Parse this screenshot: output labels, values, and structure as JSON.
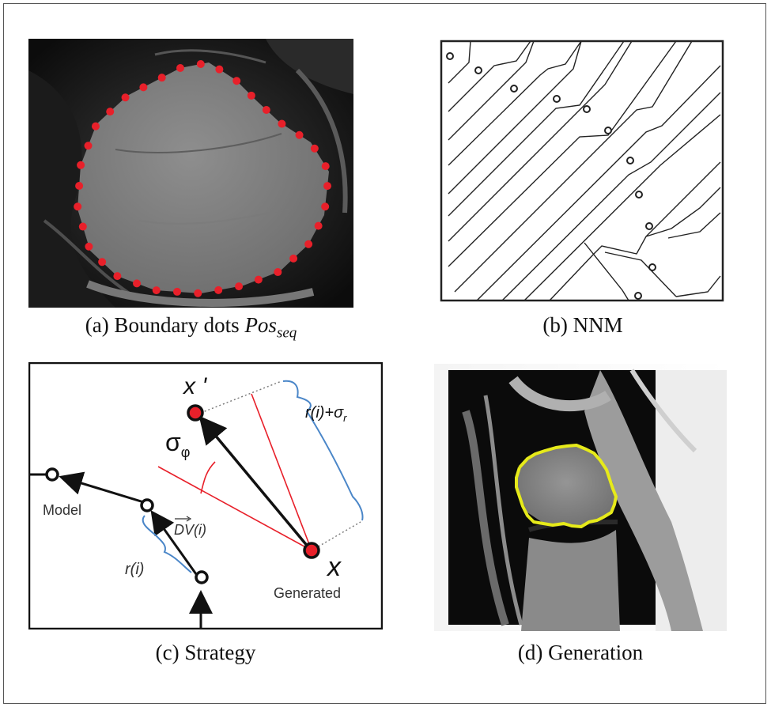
{
  "panels": {
    "a": {
      "caption_prefix": "(a) Boundary dots ",
      "caption_var": "Pos",
      "caption_sub": "seq",
      "dot_color": "#e8202a"
    },
    "b": {
      "caption": "(b) NNM"
    },
    "c": {
      "caption": "(c) Strategy",
      "label_x_prime": "x '",
      "label_x": "x",
      "label_sigma_phi": "σ",
      "label_sigma_phi_sub": "φ",
      "label_r_plus": "r(i)+σ",
      "label_r_plus_sub": "r",
      "label_model": "Model",
      "label_dv": "DV(i)",
      "label_ri": "r(i)",
      "label_generated": "Generated",
      "colors": {
        "red": "#e8202a",
        "blue": "#4a86c8",
        "black": "#111111"
      }
    },
    "d": {
      "caption": "(d) Generation",
      "contour_color": "#e6ea1a"
    }
  }
}
